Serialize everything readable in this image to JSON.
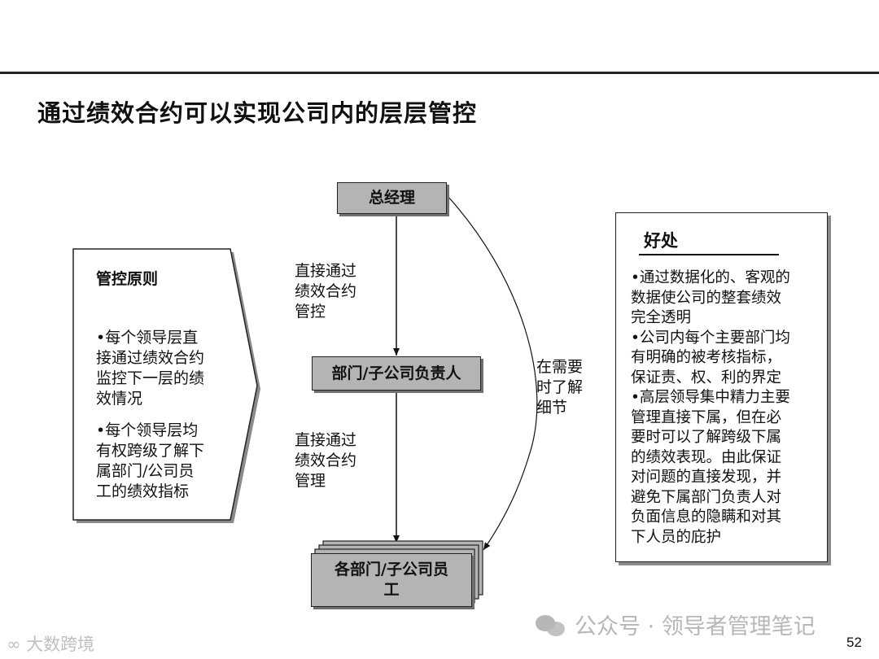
{
  "slide": {
    "title": "通过绩效合约可以实现公司内的层层管控",
    "page_number": "52"
  },
  "left_panel": {
    "heading": "管控原则",
    "bullet_1": [
      "•每个领导层直",
      "接通过绩效合约",
      "监控下一层的绩",
      "效情况"
    ],
    "bullet_2": [
      "•每个领导层均",
      "有权跨级了解下",
      "属部门/公司员",
      "工的绩效指标"
    ]
  },
  "nodes": {
    "top": "总经理",
    "middle": "部门/子公司负责人",
    "bottom": [
      "各部门/子公司员",
      "工"
    ]
  },
  "flow_labels": {
    "upper": [
      "直接通过",
      "绩效合约",
      "管控"
    ],
    "lower": [
      "直接通过",
      "绩效合约",
      "管理"
    ],
    "skip": [
      "在需要",
      "时了解",
      "细节"
    ]
  },
  "benefits": {
    "title": "好处",
    "items": [
      [
        "•通过数据化的、客观的",
        "数据使公司的整套绩效",
        "完全透明"
      ],
      [
        "•公司内每个主要部门均",
        "有明确的被考核指标，",
        "保证责、权、利的界定"
      ],
      [
        "•高层领导集中精力主要",
        "管理直接下属，但在必",
        "要时可以了解跨级下属",
        "的绩效表现。由此保证",
        "对问题的直接发现，并",
        "避免下属部门负责人对",
        "负面信息的隐瞒和对其",
        "下人员的庇护"
      ]
    ]
  },
  "footer": {
    "watermark": "公众号 · 领导者管理笔记",
    "logo": "大数跨境"
  }
}
